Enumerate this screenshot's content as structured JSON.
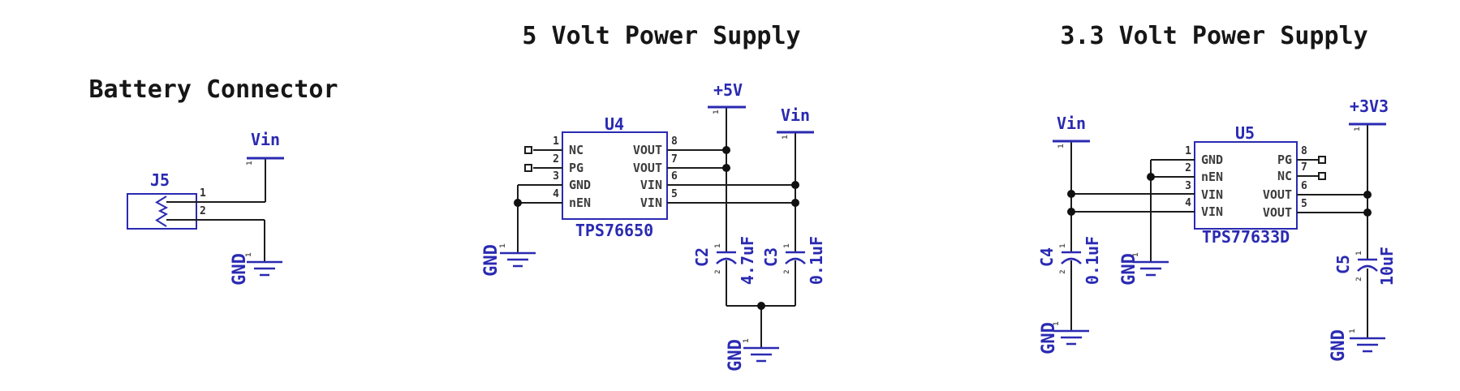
{
  "colors": {
    "symbol_blue": "#2a2ab2",
    "wire_black": "#1c1c1c",
    "pin_name_gray": "#3d3d3d",
    "background": "#ffffff"
  },
  "battery": {
    "title": "Battery Connector",
    "connector": {
      "ref": "J5",
      "pin1": "1",
      "pin2": "2"
    },
    "vin": {
      "label": "Vin",
      "pin": "1"
    },
    "gnd": {
      "label": "GND",
      "pin": "1"
    }
  },
  "supply5": {
    "title": "5 Volt Power Supply",
    "ic": {
      "ref": "U4",
      "part": "TPS76650",
      "left_pins": [
        {
          "num": "1",
          "name": "NC"
        },
        {
          "num": "2",
          "name": "PG"
        },
        {
          "num": "3",
          "name": "GND"
        },
        {
          "num": "4",
          "name": "nEN"
        }
      ],
      "right_pins": [
        {
          "num": "8",
          "name": "VOUT"
        },
        {
          "num": "7",
          "name": "VOUT"
        },
        {
          "num": "6",
          "name": "VIN"
        },
        {
          "num": "5",
          "name": "VIN"
        }
      ]
    },
    "rails": {
      "out": {
        "label": "+5V",
        "pin": "1"
      },
      "in": {
        "label": "Vin",
        "pin": "1"
      }
    },
    "caps": [
      {
        "ref": "C2",
        "value": "4.7uF",
        "pin1": "1",
        "pin2": "2"
      },
      {
        "ref": "C3",
        "value": "0.1uF",
        "pin1": "1",
        "pin2": "2"
      }
    ],
    "grounds": [
      {
        "label": "GND",
        "pin": "1"
      },
      {
        "label": "GND",
        "pin": "1"
      }
    ]
  },
  "supply33": {
    "title": "3.3 Volt Power Supply",
    "ic": {
      "ref": "U5",
      "part": "TPS77633D",
      "left_pins": [
        {
          "num": "1",
          "name": "GND"
        },
        {
          "num": "2",
          "name": "nEN"
        },
        {
          "num": "3",
          "name": "VIN"
        },
        {
          "num": "4",
          "name": "VIN"
        }
      ],
      "right_pins": [
        {
          "num": "8",
          "name": "PG"
        },
        {
          "num": "7",
          "name": "NC"
        },
        {
          "num": "6",
          "name": "VOUT"
        },
        {
          "num": "5",
          "name": "VOUT"
        }
      ]
    },
    "rails": {
      "in": {
        "label": "Vin",
        "pin": "1"
      },
      "out": {
        "label": "+3V3",
        "pin": "1"
      }
    },
    "caps": [
      {
        "ref": "C4",
        "value": "0.1uF",
        "pin1": "1",
        "pin2": "2"
      },
      {
        "ref": "C5",
        "value": "10uF",
        "pin1": "1",
        "pin2": "2"
      }
    ],
    "grounds": [
      {
        "label": "GND",
        "pin": "1"
      },
      {
        "label": "GND",
        "pin": "1"
      },
      {
        "label": "GND",
        "pin": "1"
      }
    ]
  }
}
